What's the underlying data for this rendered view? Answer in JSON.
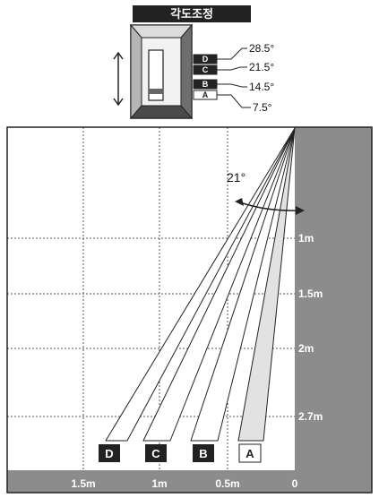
{
  "header": {
    "title": "각도조정"
  },
  "settings": [
    {
      "letter": "D",
      "angle": "28.5°",
      "style": "dark"
    },
    {
      "letter": "C",
      "angle": "21.5°",
      "style": "dark"
    },
    {
      "letter": "B",
      "angle": "14.5°",
      "style": "dark"
    },
    {
      "letter": "A",
      "angle": "7.5°",
      "style": "light"
    }
  ],
  "distance_labels_right": [
    "1m",
    "1.5m",
    "2m",
    "2.7m"
  ],
  "distance_labels_bottom": [
    "1.5m",
    "1m",
    "0.5m",
    "0"
  ],
  "beam_spread": {
    "label": "21°"
  },
  "zones": [
    {
      "letter": "D",
      "style": "dark"
    },
    {
      "letter": "C",
      "style": "dark"
    },
    {
      "letter": "B",
      "style": "dark"
    },
    {
      "letter": "A",
      "style": "light"
    }
  ],
  "colors": {
    "wall_gray": "#8c8c8c",
    "dark": "#222222",
    "light": "#ffffff",
    "beam_fill_light": "#e2e2e2",
    "grid_line": "#555555"
  }
}
